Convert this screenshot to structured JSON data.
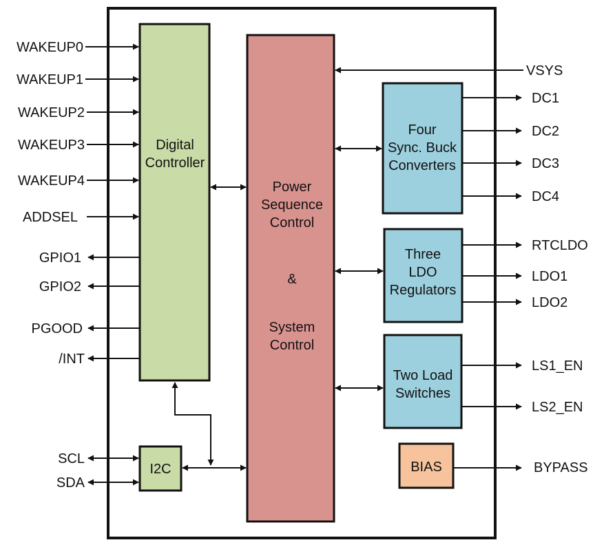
{
  "colors": {
    "outline": "#111111",
    "digital_controller_fill": "#c9dba6",
    "power_sequence_fill": "#d9938f",
    "converter_fill": "#9dd0de",
    "bias_fill": "#f6c39c",
    "i2c_fill": "#c9dba6"
  },
  "left_pins": {
    "wakeup0": "WAKEUP0",
    "wakeup1": "WAKEUP1",
    "wakeup2": "WAKEUP2",
    "wakeup3": "WAKEUP3",
    "wakeup4": "WAKEUP4",
    "addsel": "ADDSEL",
    "gpio1": "GPIO1",
    "gpio2": "GPIO2",
    "pgood": "PGOOD",
    "int": "/INT",
    "scl": "SCL",
    "sda": "SDA"
  },
  "right_pins": {
    "vsys": "VSYS",
    "dc1": "DC1",
    "dc2": "DC2",
    "dc3": "DC3",
    "dc4": "DC4",
    "rtcldo": "RTCLDO",
    "ldo1": "LDO1",
    "ldo2": "LDO2",
    "ls1_en": "LS1_EN",
    "ls2_en": "LS2_EN",
    "bypass": "BYPASS"
  },
  "blocks": {
    "digital_controller": [
      "Digital",
      "Controller"
    ],
    "power_sequence": [
      "Power",
      "Sequence",
      "Control",
      "&",
      "System",
      "Control"
    ],
    "buck": [
      "Four",
      "Sync. Buck",
      "Converters"
    ],
    "ldo": [
      "Three",
      "LDO",
      "Regulators"
    ],
    "load_switches": [
      "Two Load",
      "Switches"
    ],
    "bias": "BIAS",
    "i2c": "I2C"
  }
}
